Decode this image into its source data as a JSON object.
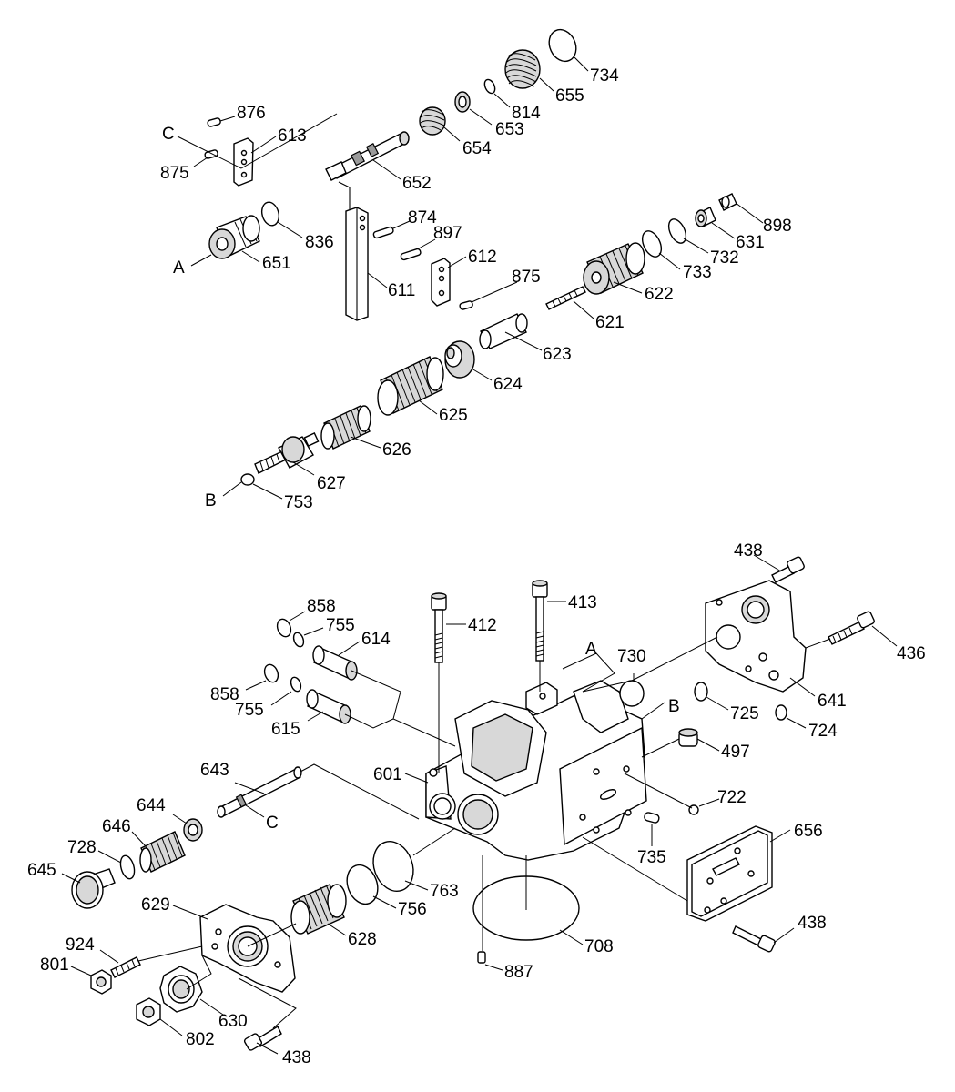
{
  "labels": {
    "p876": "876",
    "p613": "613",
    "pC1": "C",
    "p875a": "875",
    "p652": "652",
    "p654": "654",
    "p653": "653",
    "p814": "814",
    "p655": "655",
    "p734": "734",
    "p874": "874",
    "p897": "897",
    "p836": "836",
    "pA1": "A",
    "p651": "651",
    "p611": "611",
    "p612": "612",
    "p875b": "875",
    "p898": "898",
    "p631": "631",
    "p732": "732",
    "p733": "733",
    "p622": "622",
    "p621": "621",
    "p623": "623",
    "p624": "624",
    "p625": "625",
    "p626": "626",
    "p627": "627",
    "pB1": "B",
    "p753": "753",
    "p438a": "438",
    "p436": "436",
    "p641": "641",
    "p725": "725",
    "p724": "724",
    "p413": "413",
    "p412": "412",
    "pA2": "A",
    "p730": "730",
    "pB2": "B",
    "p497": "497",
    "p858a": "858",
    "p755a": "755",
    "p614": "614",
    "p858b": "858",
    "p755b": "755",
    "p615": "615",
    "p601": "601",
    "p722": "722",
    "p735": "735",
    "p643": "643",
    "pC2": "C",
    "p644": "644",
    "p646": "646",
    "p728": "728",
    "p645": "645",
    "p656": "656",
    "p763": "763",
    "p756": "756",
    "p629": "629",
    "p628": "628",
    "p708": "708",
    "p438b": "438",
    "p924": "924",
    "p801": "801",
    "p887": "887",
    "p630": "630",
    "p802": "802",
    "p438c": "438"
  }
}
